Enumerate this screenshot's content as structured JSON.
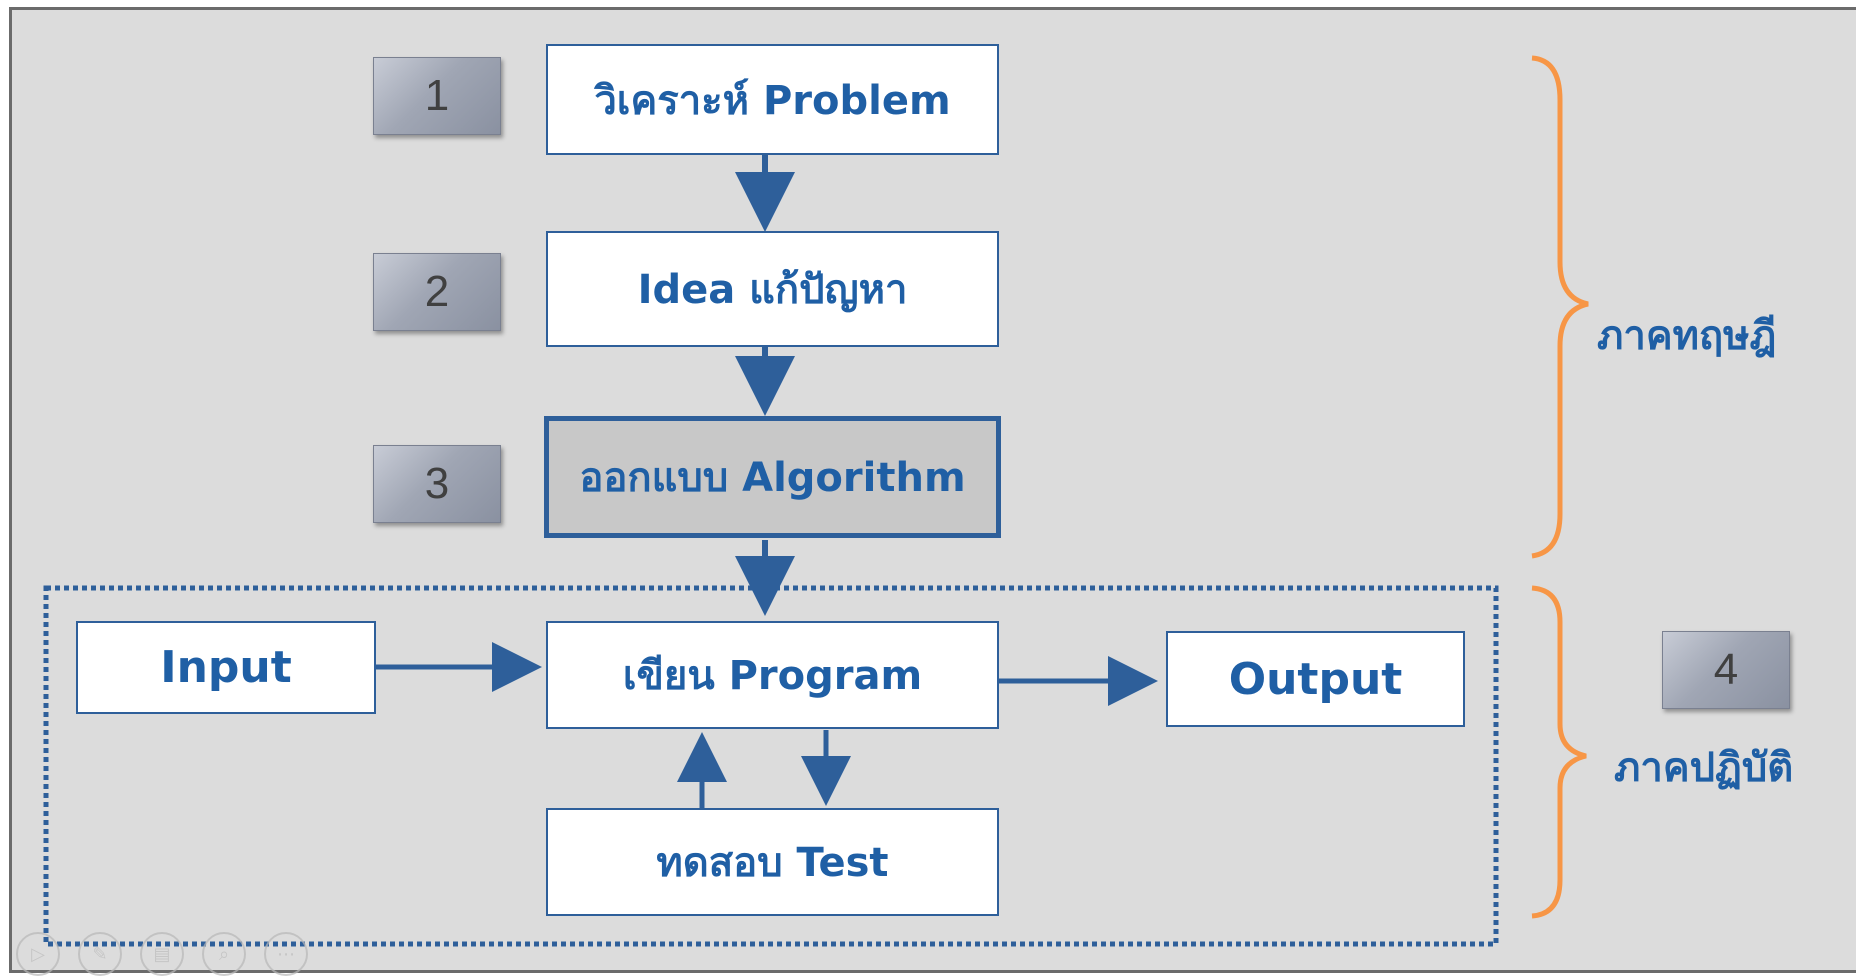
{
  "diagram": {
    "nodes": {
      "problem": "วิเคราะห์ Problem",
      "idea": "Idea แก้ปัญหา",
      "algorithm": "ออกแบบ Algorithm",
      "input": "Input",
      "program": "เขียน Program",
      "output": "Output",
      "test": "ทดสอบ Test"
    },
    "steps": [
      "1",
      "2",
      "3",
      "4"
    ],
    "groups": {
      "theory": "ภาคทฤษฎี",
      "practice": "ภาคปฏิบัติ"
    }
  },
  "colors": {
    "background": "#dcdcdc",
    "box_border": "#2e5f9a",
    "text": "#1f5fa5",
    "brace": "#f79646",
    "arrow": "#2e5f9a",
    "highlight_box": "#c8c8c8"
  },
  "controls": [
    "play-icon",
    "pen-icon",
    "slides-icon",
    "zoom-icon",
    "more-icon"
  ]
}
